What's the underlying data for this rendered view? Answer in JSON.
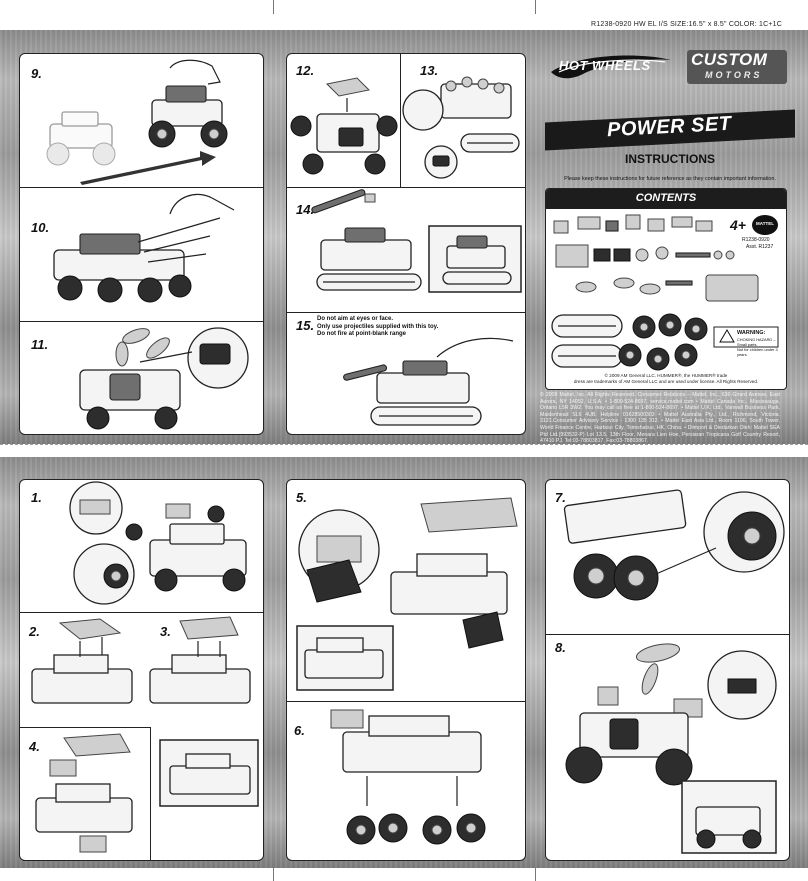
{
  "print_info": "R1238-0920  HW   EL   I/S     SIZE:16.5\" x 8.5\"    COLOR: 1C+1C",
  "brand": {
    "hot_wheels": "HOT WHEELS",
    "custom_motors_line1": "CUSTOM",
    "custom_motors_line2": "MOTORS",
    "product": "POWER SET",
    "mattel": "MATTEL"
  },
  "instructions": {
    "title": "INSTRUCTIONS",
    "keep_note": "Please keep these instructions for future reference as they contain important information.",
    "contents_title": "CONTENTS",
    "age": "4+",
    "model_no": "R1238-0920",
    "asst_no": "Asst. R1237",
    "warning_title": "WARNING:",
    "warning_line1": "CHOKING HAZARD – Small parts.",
    "warning_line2": "Not for children under 3 years.",
    "copyright_line1": "© 2009 AM General LLC. HUMMER®, the HUMMER® trade",
    "copyright_line2": "dress are trademarks of AM General LLC and are used under license. All Rights Reserved.",
    "legal": "© 2009 Mattel, Inc. All Rights Reserved. Consumer Relations – Mattel, Inc., 636 Girard Avenue, East Aurora, NY 14052, U.S.A. • 1-800-524-8697, service.mattel.com • Mattel Canada Inc., Mississauga, Ontario L5R 3W2. You may call us free at 1-800-524-8697. • Mattel U.K. Ltd., Vanwall Business Park, Maidenhead SL6 4UB. Helpline 01628500303 • Mattel Australia Pty., Ltd., Richmond, Victoria. 3121.Consumer Advisory Service - 1300 135 312. • Mattel East Asia Ltd., Room 1106, South Tower, World Finance Centre, Harbour City, Tsimshatsui, HK, China. • Diimport & Diedarkan Oleh: Mattel SEA Ptd Ltd.(993532-P) Lot 13.5, 13th Floor, Menara Lien Hoe, Persiaran Tropicana Golf Country Resort, 47410 PJ. Tel:03-78803817, Fax:03-78803867."
  },
  "safety": {
    "line1": "Do not aim at eyes or face.",
    "line2": "Only use projectiles supplied with this toy.",
    "line3": "Do not fire at point-blank range"
  },
  "steps": {
    "s1": "1.",
    "s2": "2.",
    "s3": "3.",
    "s4": "4.",
    "s5": "5.",
    "s6": "6.",
    "s7": "7.",
    "s8": "8.",
    "s9": "9.",
    "s10": "10.",
    "s11": "11.",
    "s12": "12.",
    "s13": "13.",
    "s14": "14.",
    "s15": "15."
  }
}
